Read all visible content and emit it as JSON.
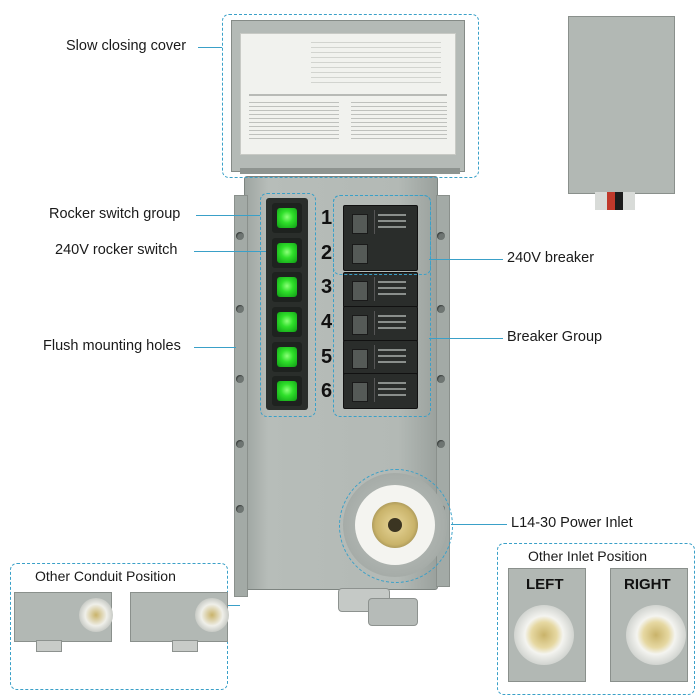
{
  "labels": {
    "slow_cover": "Slow closing cover",
    "rocker_group": "Rocker switch group",
    "rocker_240v": "240V rocker switch",
    "flush_holes": "Flush mounting holes",
    "breaker_240v": "240V breaker",
    "breaker_group": "Breaker Group",
    "power_inlet": "L14-30 Power Inlet",
    "other_conduit": "Other Conduit Position",
    "other_inlet": "Other Inlet Position",
    "left": "LEFT",
    "right": "RIGHT"
  },
  "circuit_numbers": [
    "1",
    "2",
    "3",
    "4",
    "5",
    "6"
  ],
  "colors": {
    "accent_dash": "#3aa0c8",
    "rocker_green": "#2fe02a",
    "panel_gray": "#b3b9b5"
  }
}
